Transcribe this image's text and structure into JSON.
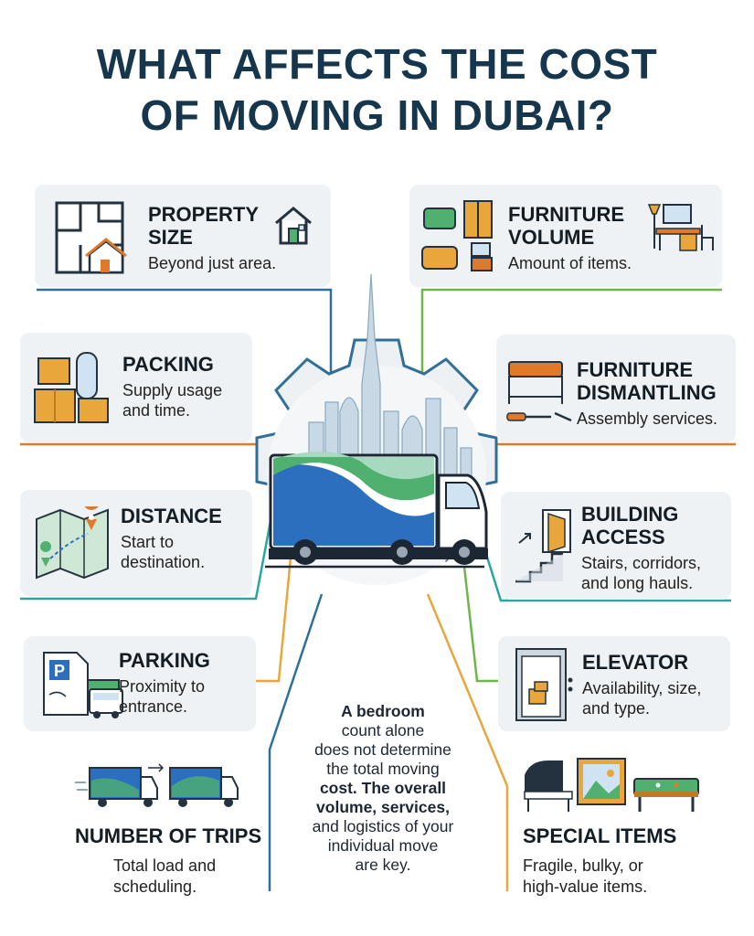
{
  "title": [
    "WHAT AFFECTS THE COST",
    "OF MOVING IN DUBAI?"
  ],
  "colors": {
    "title": "#16364e",
    "line_blue": "#2f6f9a",
    "line_green": "#6fb54a",
    "line_orange": "#e07a2b",
    "line_yellow": "#e9a63a",
    "line_teal": "#2aa6a0",
    "card_bg": "#eef2f4",
    "truck_blue": "#2c6fbf",
    "truck_green": "#4fb06f"
  },
  "factors": {
    "property_size": {
      "heading": [
        "PROPERTY",
        "SIZE"
      ],
      "description": [
        "Beyond just area."
      ],
      "icon": "floor-plan-house-icon"
    },
    "furniture_volume": {
      "heading": [
        "FURNITURE",
        "VOLUME"
      ],
      "description": [
        "Amount of items."
      ],
      "icon": "furniture-set-icon"
    },
    "packing": {
      "heading": [
        "PACKING"
      ],
      "description": [
        "Supply usage",
        "and time."
      ],
      "icon": "boxes-bubble-wrap-icon"
    },
    "furniture_dismantling": {
      "heading": [
        "FURNITURE",
        "DISMANTLING"
      ],
      "description": [
        "Assembly services."
      ],
      "icon": "bed-screwdriver-icon"
    },
    "distance": {
      "heading": [
        "DISTANCE"
      ],
      "description": [
        "Start to",
        "destination."
      ],
      "icon": "map-pin-icon"
    },
    "building_access": {
      "heading": [
        "BUILDING",
        "ACCESS"
      ],
      "description": [
        "Stairs, corridors,",
        "and long hauls."
      ],
      "icon": "stairs-door-icon"
    },
    "parking": {
      "heading": [
        "PARKING"
      ],
      "description": [
        "Proximity to",
        "entrance."
      ],
      "icon": "parking-truck-icon"
    },
    "elevator": {
      "heading": [
        "ELEVATOR"
      ],
      "description": [
        "Availability, size,",
        "and type."
      ],
      "icon": "elevator-icon"
    },
    "number_of_trips": {
      "heading": [
        "NUMBER OF TRIPS"
      ],
      "description": [
        "Total load and",
        "scheduling."
      ],
      "icon": "two-trucks-icon"
    },
    "special_items": {
      "heading": [
        "SPECIAL ITEMS"
      ],
      "description": [
        "Fragile, bulky, or",
        "high-value items."
      ],
      "icon": "piano-painting-pooltable-icon"
    }
  },
  "center_note": {
    "lines": [
      {
        "text": "A bedroom",
        "bold": true
      },
      {
        "text": "count alone",
        "bold": false
      },
      {
        "text": "does not determine",
        "bold": false
      },
      {
        "text": "the total moving",
        "bold": false
      },
      {
        "text": "cost. The overall",
        "bold": true,
        "bold_prefix_plain": false
      },
      {
        "text": "volume, services,",
        "bold": true
      },
      {
        "text": "and logistics of your",
        "bold": false
      },
      {
        "text": "individual move",
        "bold": false
      },
      {
        "text": "are key.",
        "bold": false
      }
    ]
  },
  "hero": {
    "icon": "gear-skyline-truck-icon"
  }
}
